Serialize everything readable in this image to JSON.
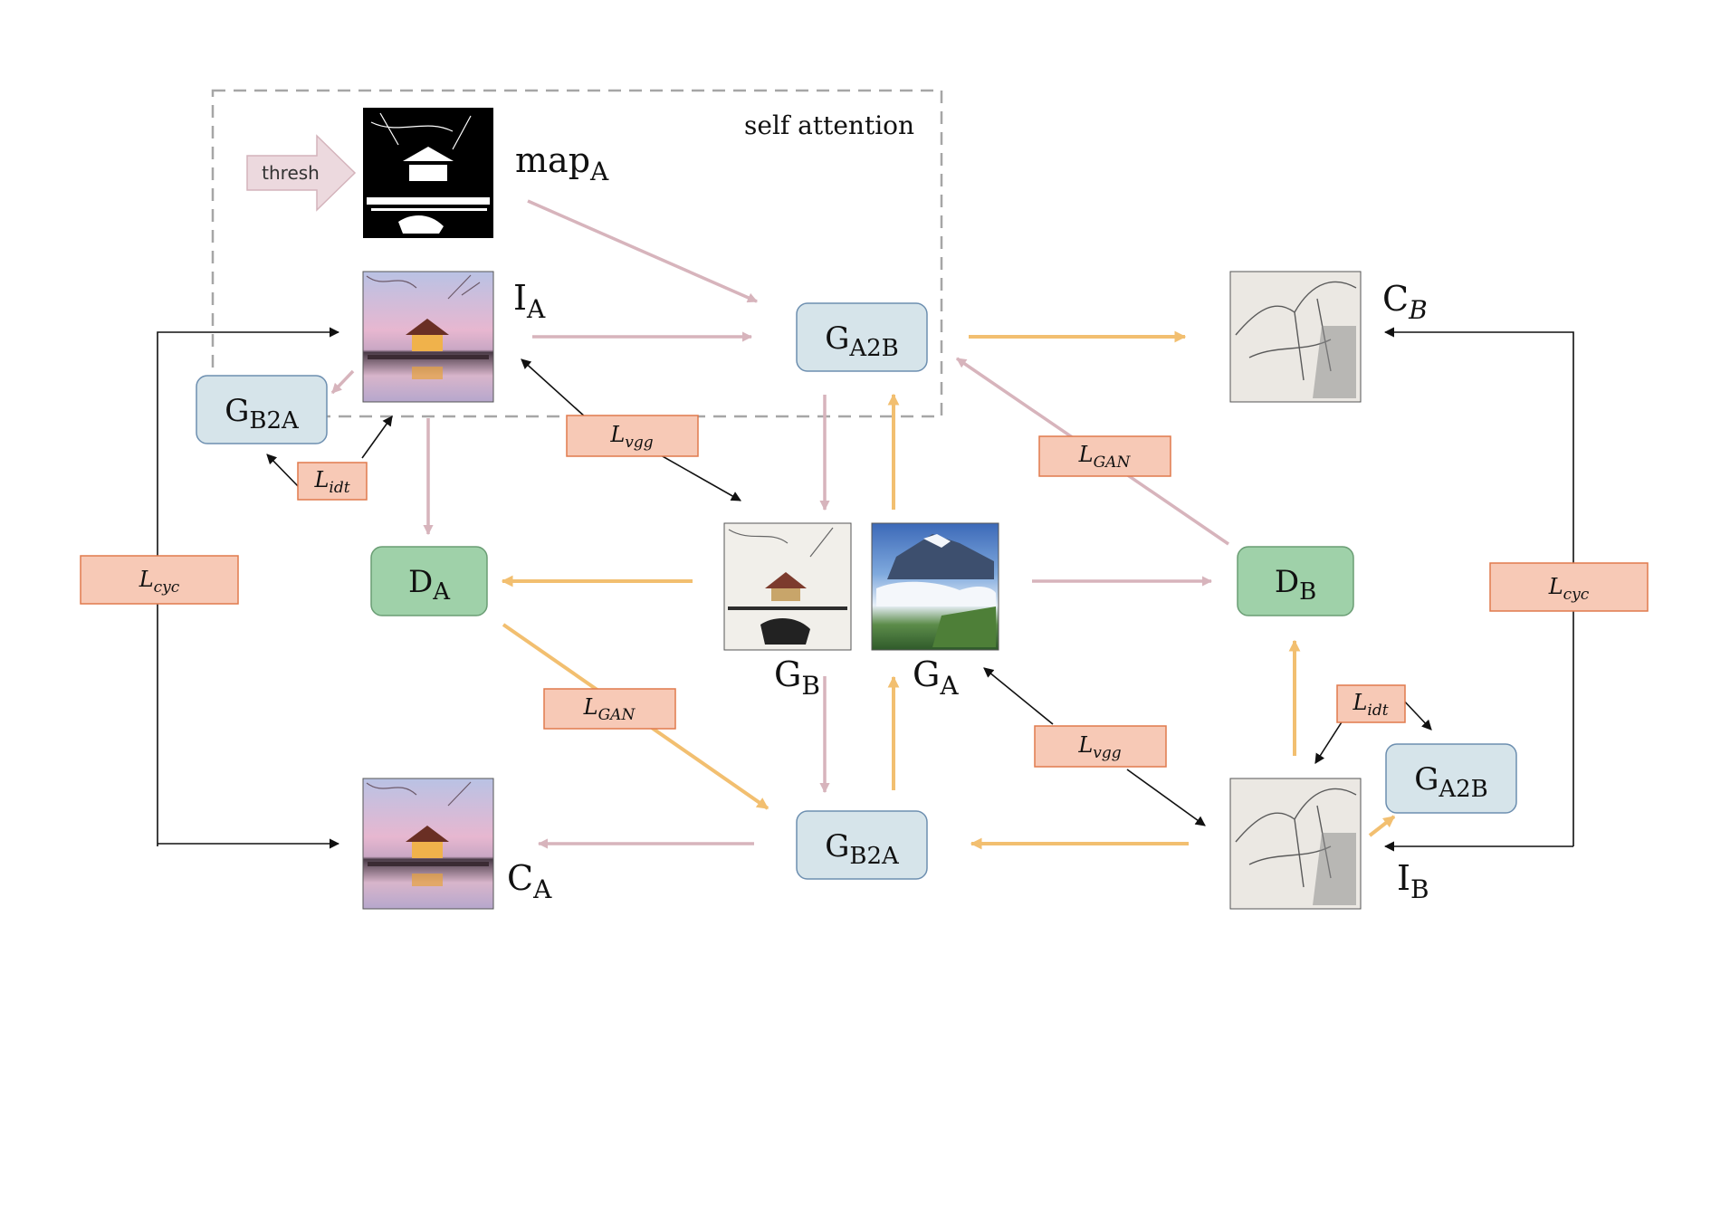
{
  "attention_box": {
    "label": "self attention"
  },
  "thresh": {
    "label": "thresh"
  },
  "images": {
    "map_a": {
      "label": "map",
      "sub": "A"
    },
    "i_a": {
      "label": "I",
      "sub": "A"
    },
    "c_b": {
      "label": "C",
      "sub": "B"
    },
    "g_b": {
      "label": "G",
      "sub": "B"
    },
    "g_a": {
      "label": "G",
      "sub": "A"
    },
    "c_a": {
      "label": "C",
      "sub": "A"
    },
    "i_b": {
      "label": "I",
      "sub": "B"
    }
  },
  "nodes": {
    "g_a2b_top": {
      "label": "G",
      "sub": "A2B"
    },
    "g_b2a_left": {
      "label": "G",
      "sub": "B2A"
    },
    "d_a": {
      "label": "D",
      "sub": "A"
    },
    "d_b": {
      "label": "D",
      "sub": "B"
    },
    "g_b2a_bottom": {
      "label": "G",
      "sub": "B2A"
    },
    "g_a2b_right": {
      "label": "G",
      "sub": "A2B"
    }
  },
  "losses": {
    "l_cyc_left": {
      "label": "L",
      "sub": "cyc"
    },
    "l_cyc_right": {
      "label": "L",
      "sub": "cyc"
    },
    "l_vgg_top": {
      "label": "L",
      "sub": "vgg"
    },
    "l_vgg_bottom": {
      "label": "L",
      "sub": "vgg"
    },
    "l_gan_top": {
      "label": "L",
      "sub": "GAN"
    },
    "l_gan_bottom": {
      "label": "L",
      "sub": "GAN"
    },
    "l_idt_left": {
      "label": "L",
      "sub": "idt"
    },
    "l_idt_right": {
      "label": "L",
      "sub": "idt"
    }
  },
  "colors": {
    "generator_fill": "#d6e4ea",
    "discriminator_fill": "#9fd1a9",
    "loss_fill": "#f7c9b6",
    "pink_arrow": "#d7b4bc",
    "gold_arrow": "#f2bf70"
  }
}
